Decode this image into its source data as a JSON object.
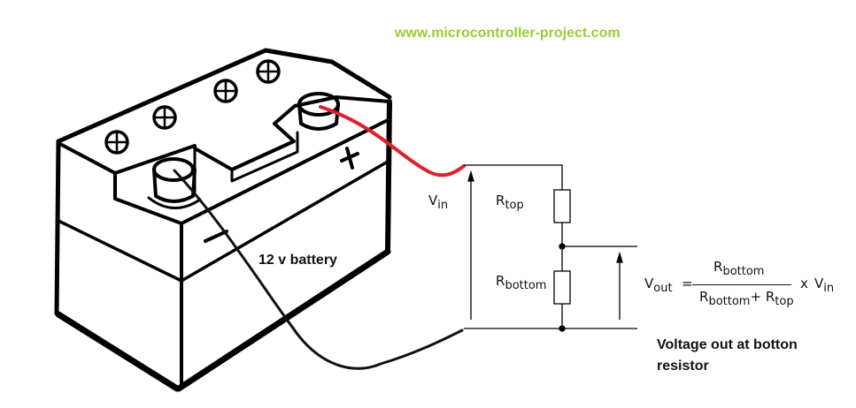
{
  "website": "www.microcontroller-project.com",
  "battery": {
    "label": "12 v battery",
    "positive_symbol": "+",
    "negative_symbol": "–"
  },
  "circuit": {
    "vin": {
      "main": "V",
      "sub": "in"
    },
    "rtop": {
      "main": "R",
      "sub": "top"
    },
    "rbottom": {
      "main": "R",
      "sub": "bottom"
    }
  },
  "formula": {
    "lhs": {
      "main": "V",
      "sub": "out"
    },
    "equals": "=",
    "numerator": {
      "main": "R",
      "sub": "bottom"
    },
    "denominator_a": {
      "main": "R",
      "sub": "bottom"
    },
    "plus": "+",
    "denominator_b": {
      "main": "R",
      "sub": "top"
    },
    "times": "x",
    "rhs": {
      "main": "V",
      "sub": "in"
    }
  },
  "note": "Voltage out at botton resistor",
  "colors": {
    "website_text": "#9acd32",
    "positive_wire": "#e0202a",
    "negative_wire": "#111111"
  }
}
